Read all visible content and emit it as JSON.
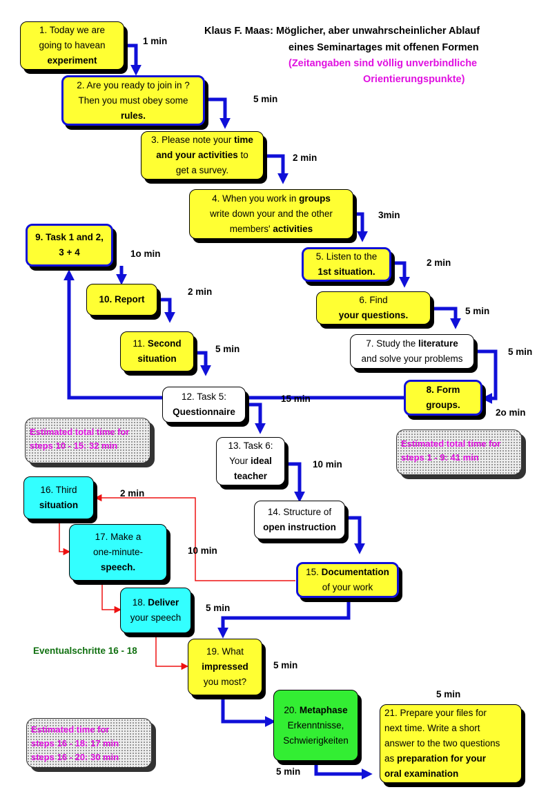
{
  "header": {
    "line1": "Klaus F. Maas: Möglicher, aber unwahrscheinlicher Ablauf",
    "line2": "eines Seminartages mit offenen Formen",
    "line3": "(Zeitangaben sind völlig unverbindliche",
    "line4": "Orientierungspunkte)"
  },
  "steps": {
    "s1": {
      "l1": "1. Today we are",
      "l2": "going to havean",
      "l3": "experiment"
    },
    "s2": {
      "l1": "2. Are you ready to join in ?",
      "l2": "Then you must obey some",
      "l3": "rules."
    },
    "s3": {
      "l1a": "3. Please note your ",
      "l1b": "time",
      "l2a": "and your activities",
      "l2b": " to",
      "l3": "get a survey."
    },
    "s4": {
      "l1a": "4. When you work in ",
      "l1b": "groups",
      "l2": "write down your and the other",
      "l3a": "members' ",
      "l3b": "activities"
    },
    "s5": {
      "l1": "5. Listen to the",
      "l2": "1st situation."
    },
    "s6": {
      "l1": "6. Find",
      "l2": "your questions."
    },
    "s7": {
      "l1a": "7. Study the ",
      "l1b": "literature",
      "l2": "and solve your problems"
    },
    "s8": {
      "l1": "8. Form",
      "l2": "groups."
    },
    "s9": {
      "l1": "9. Task 1 and 2,",
      "l2": "3 + 4"
    },
    "s10": {
      "l1": "10. Report"
    },
    "s11": {
      "l1a": "11. ",
      "l1b": "Second",
      "l2": "situation"
    },
    "s12": {
      "l1": "12. Task 5:",
      "l2": "Questionnaire"
    },
    "s13": {
      "l1": "13. Task 6:",
      "l2a": "Your ",
      "l2b": "ideal",
      "l3": "teacher"
    },
    "s14": {
      "l1": "14. Structure of",
      "l2": "open instruction"
    },
    "s15": {
      "l1a": "15. ",
      "l1b": "Documentation",
      "l2": "of your work"
    },
    "s16": {
      "l1": "16. Third",
      "l2": "situation"
    },
    "s17": {
      "l1": "17. Make a",
      "l2": "one-minute-",
      "l3": "speech."
    },
    "s18": {
      "l1a": "18. ",
      "l1b": "Deliver",
      "l2": "your speech"
    },
    "s19": {
      "l1": "19. What",
      "l2": "impressed",
      "l3": "you most?"
    },
    "s20": {
      "l1a": "20. ",
      "l1b": "Metaphase",
      "l2": "Erkenntnisse,",
      "l3": "Schwierigkeiten"
    },
    "s21": {
      "l1": "21. Prepare your files for",
      "l2": "next time. Write a short",
      "l3": "answer to the two questions",
      "l4a": "as ",
      "l4b": "preparation for your",
      "l5": "oral examination"
    }
  },
  "times": {
    "t1": "1 min",
    "t2": "5 min",
    "t3": "2 min",
    "t4": "3min",
    "t5": "2 min",
    "t6": "5 min",
    "t7": "5 min",
    "t8": "2o min",
    "t9": "1o min",
    "t10": "2 min",
    "t11": "5 min",
    "t12": "15 min",
    "t13": "10 min",
    "t15": "10 min",
    "t16": "2 min",
    "t18": "5 min",
    "t19": "5 min",
    "t20": "5 min",
    "t21": "5 min"
  },
  "notes": {
    "n1": {
      "l1": "Estimated total time for",
      "l2": "steps 10 - 15:  32 min"
    },
    "n2": {
      "l1": "Estimated total time for",
      "l2": "steps 1 - 9:  41 min"
    },
    "n3": {
      "l1": "Estimated time for",
      "l2": "steps 16 - 18:   17 min",
      "l3": "steps 16 - 20:    30 min"
    }
  },
  "eventual_label": "Eventualschritte 16 - 18",
  "colors": {
    "yellow": "#ffff33",
    "cyan": "#33ffff",
    "green": "#33ee33",
    "arrow_blue": "#1010d8",
    "arrow_red": "#ee1111",
    "magenta": "#e010e0",
    "dark_green": "#107010"
  }
}
